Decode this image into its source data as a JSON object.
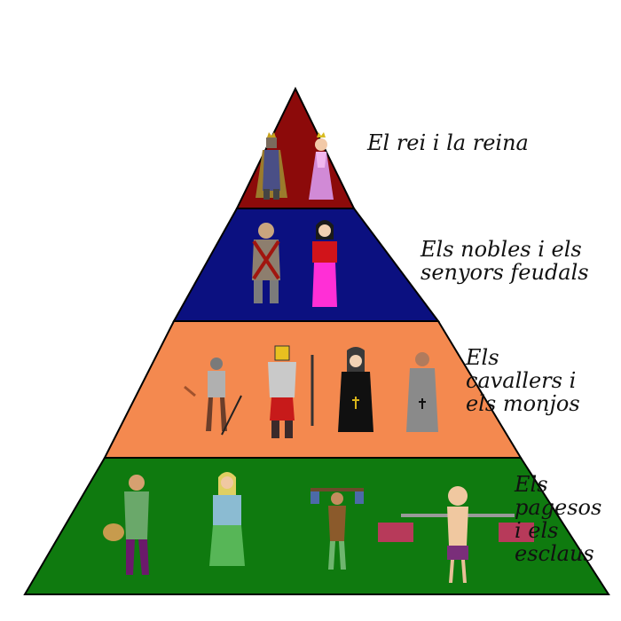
{
  "colors": {
    "background": "#ffffff",
    "outline": "#000000"
  },
  "levels": [
    {
      "key": "rei",
      "label": "El rei i la reina",
      "color": "#8c0a0a",
      "figures": [
        "king-figure",
        "queen-figure"
      ]
    },
    {
      "key": "nobles",
      "label": "Els nobles i els\nsenyors feudals",
      "color": "#0b1080",
      "figures": [
        "noble-man-figure",
        "noble-woman-figure"
      ]
    },
    {
      "key": "cavallers",
      "label": "Els\ncavallers i\nels monjos",
      "color": "#f4894f",
      "figures": [
        "soldier-figure",
        "knight-figure",
        "nun-figure",
        "monk-figure"
      ]
    },
    {
      "key": "pagesos",
      "label": "Els\npagesos\ni els\nesclaus",
      "color": "#0f7a0f",
      "figures": [
        "peasant-man-figure",
        "peasant-woman-figure",
        "carrier-figure",
        "slave-figure"
      ]
    }
  ]
}
